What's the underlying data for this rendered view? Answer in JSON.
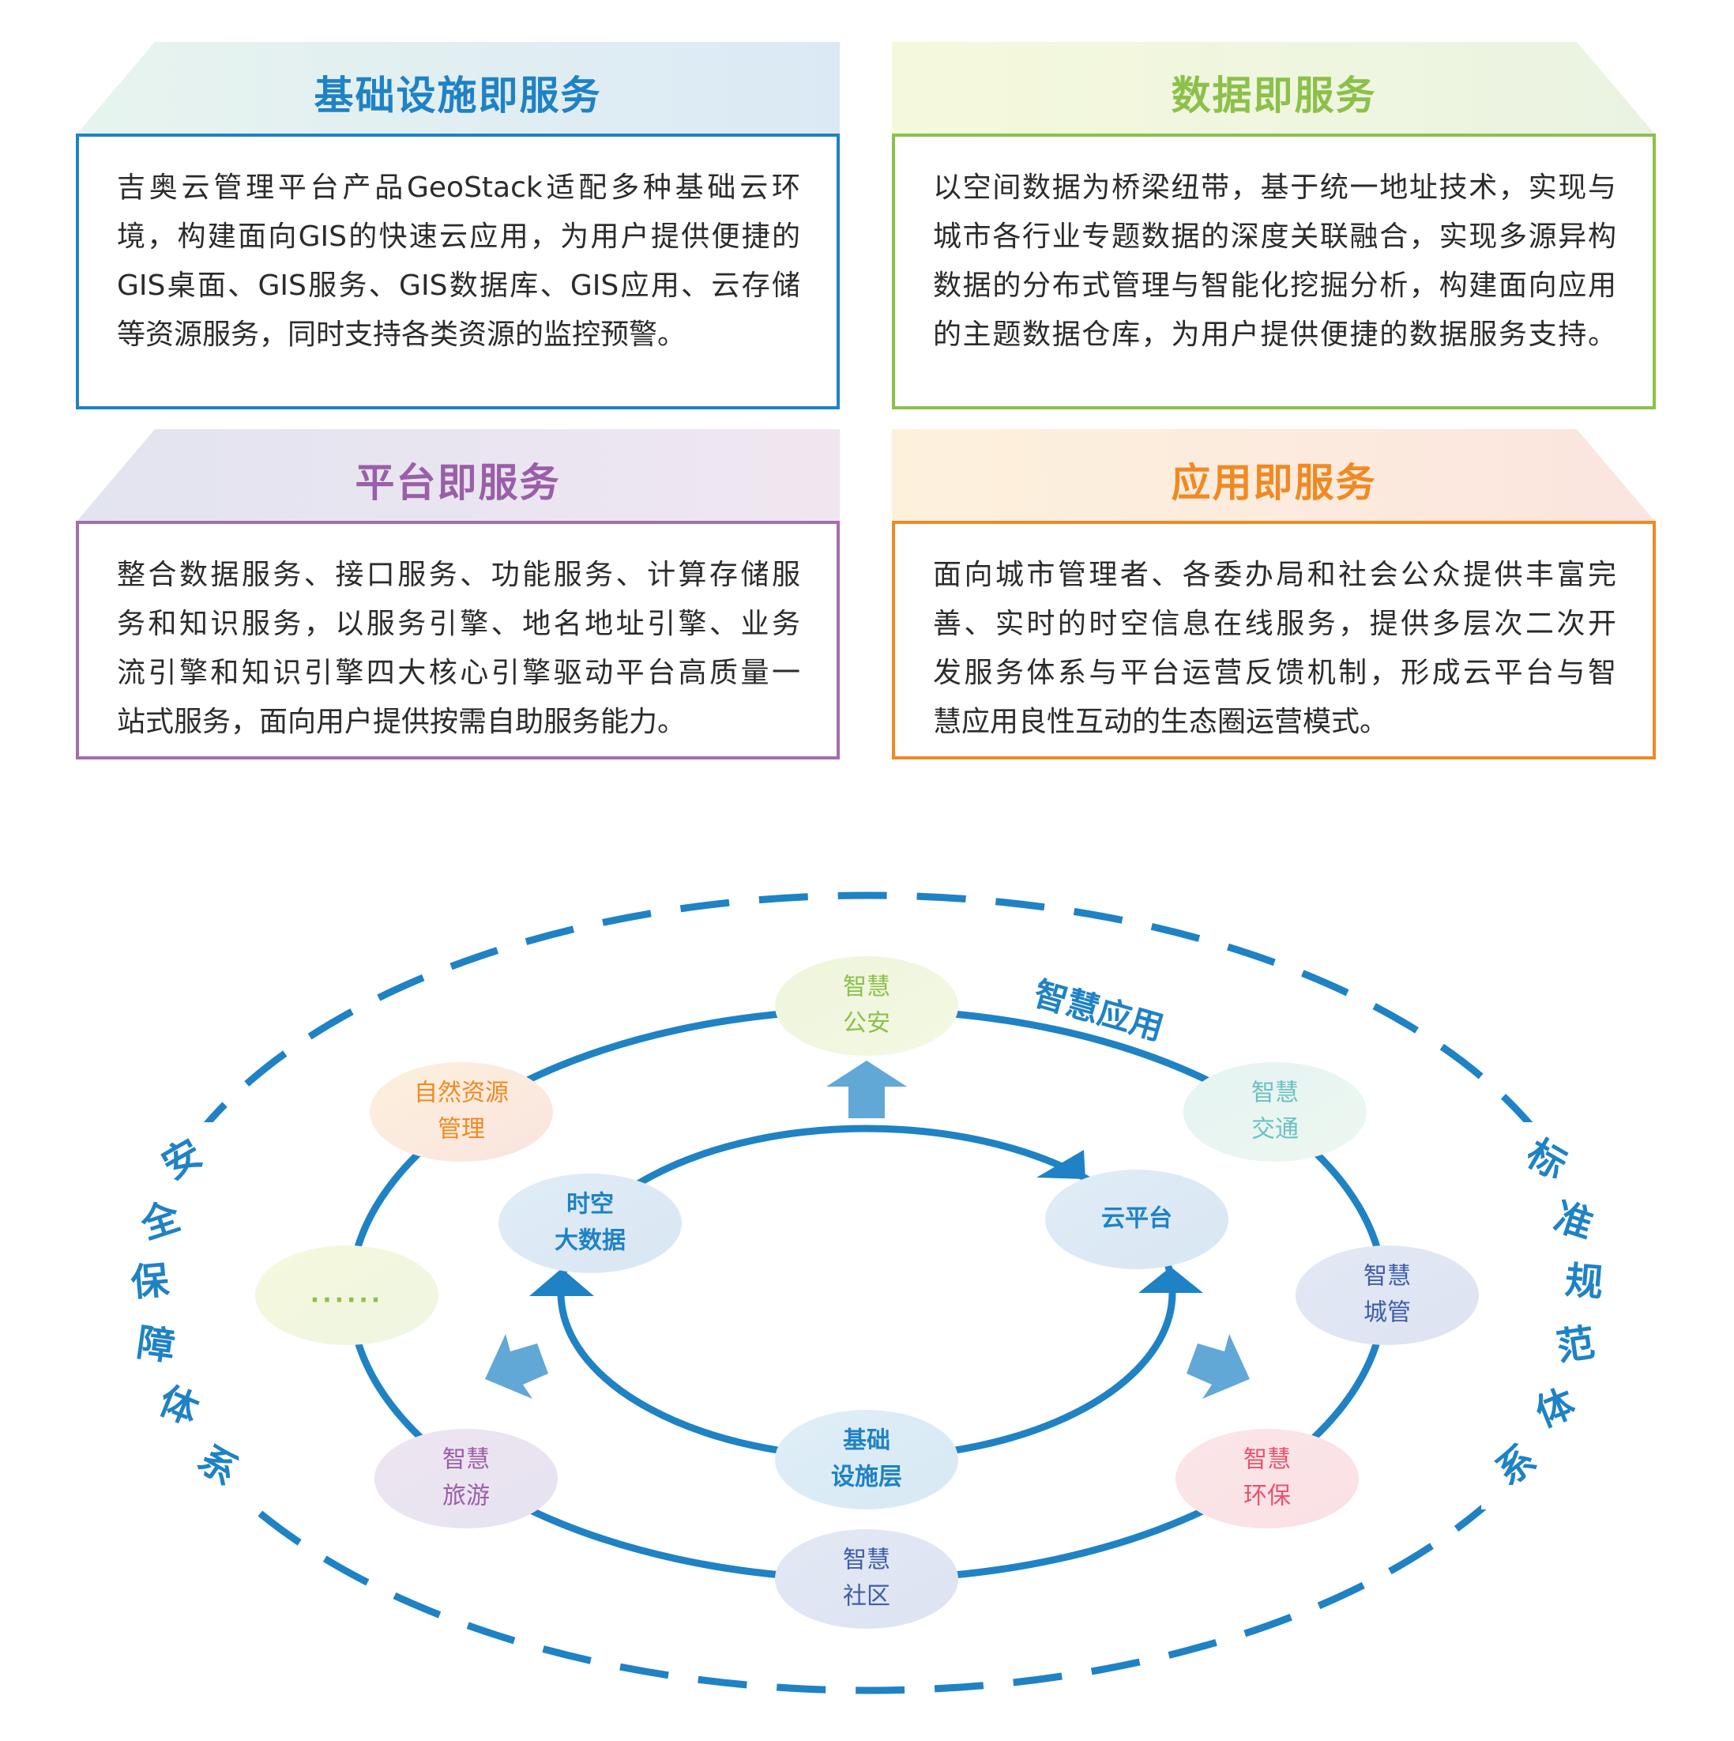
{
  "cards": [
    {
      "title": "基础设施即服务",
      "lines": [
        "吉奥云管理平台产品GeoStack适配多种基础云环",
        "境，构建面向GIS的快速云应用，为用户提供便捷的",
        "GIS桌面、GIS服务、GIS数据库、GIS应用、云存储",
        "等资源服务，同时支持各类资源的监控预警。"
      ]
    },
    {
      "title": "数据即服务",
      "lines": [
        "以空间数据为桥梁纽带，基于统一地址技术，实现与",
        "城市各行业专题数据的深度关联融合，实现多源异构",
        "数据的分布式管理与智能化挖掘分析，构建面向应用",
        "的主题数据仓库，为用户提供便捷的数据服务支持。"
      ]
    },
    {
      "title": "平台即服务",
      "lines": [
        "整合数据服务、接口服务、功能服务、计算存储服",
        "务和知识服务，以服务引擎、地名地址引擎、业务",
        "流引擎和知识引擎四大核心引擎驱动平台高质量一",
        "站式服务，面向用户提供按需自助服务能力。"
      ]
    },
    {
      "title": "应用即服务",
      "lines": [
        "面向城市管理者、各委办局和社会公众提供丰富完",
        "善、实时的时空信息在线服务，提供多层次二次开",
        "发服务体系与平台运营反馈机制，形成云平台与智",
        "慧应用良性互动的生态圈运营模式。"
      ]
    }
  ],
  "colors": {
    "blue": "#1f82c4",
    "green": "#8cc04a",
    "purple": "#9a5fa8",
    "orange": "#ef8a23"
  },
  "diagram": {
    "outer_left": [
      "安",
      "全",
      "保",
      "障",
      "体",
      "系"
    ],
    "outer_right": [
      "标",
      "准",
      "规",
      "范",
      "体",
      "系"
    ],
    "ring_label": "智慧应用",
    "nodes": {
      "gongan": [
        "智慧",
        "公安"
      ],
      "ziran": [
        "自然资源",
        "管理"
      ],
      "jiaotong": [
        "智慧",
        "交通"
      ],
      "shikong": [
        "时空",
        "大数据"
      ],
      "yunpingtai": [
        "云平台"
      ],
      "more": [
        "......"
      ],
      "chengguan": [
        "智慧",
        "城管"
      ],
      "jichu": [
        "基础",
        "设施层"
      ],
      "lvyou": [
        "智慧",
        "旅游"
      ],
      "huanbao": [
        "智慧",
        "环保"
      ],
      "shequ": [
        "智慧",
        "社区"
      ]
    }
  }
}
